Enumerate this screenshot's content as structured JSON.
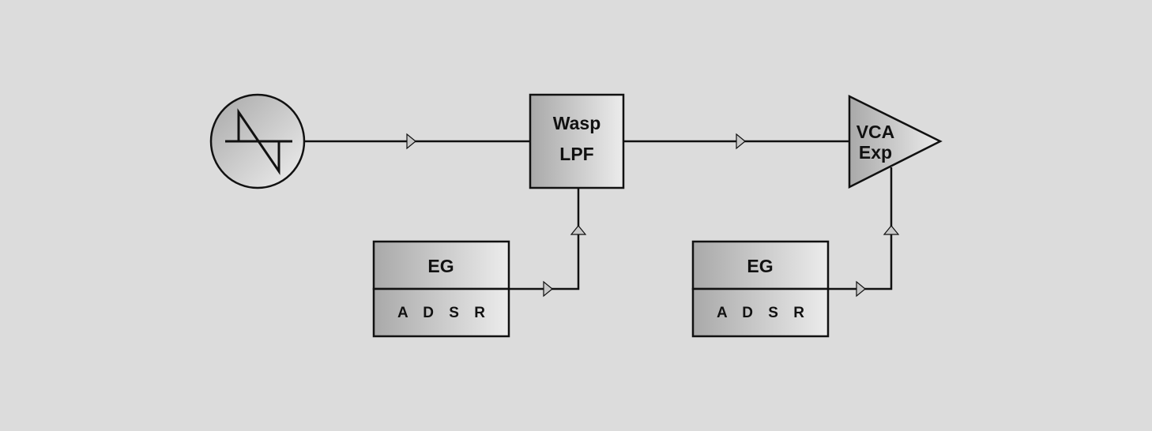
{
  "oscillator": {
    "icon": "sawtooth-wave-icon"
  },
  "filter": {
    "line1": "Wasp",
    "line2": "LPF"
  },
  "vca": {
    "line1": "VCA",
    "line2": "Exp"
  },
  "eg_left": {
    "title": "EG",
    "stages": "A D S R"
  },
  "eg_right": {
    "title": "EG",
    "stages": "A D S R"
  },
  "colors": {
    "background": "#dcdcdc",
    "stroke": "#111111",
    "fill_dark": "#a9a9a9",
    "fill_light": "#ececec"
  }
}
